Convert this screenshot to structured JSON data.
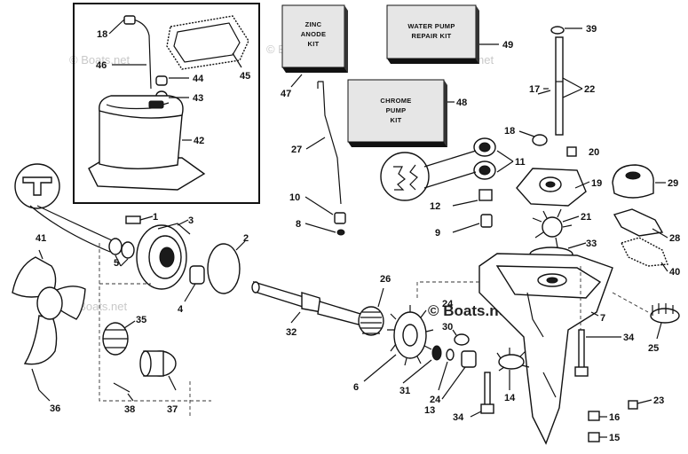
{
  "labels": {
    "n1": "1",
    "n2": "2",
    "n3": "3",
    "n4": "4",
    "n5": "5",
    "n6": "6",
    "n7": "7",
    "n8": "8",
    "n9": "9",
    "n10": "10",
    "n11": "11",
    "n12": "12",
    "n13": "13",
    "n14": "14",
    "n15": "15",
    "n16": "16",
    "n17": "17",
    "n18a": "18",
    "n18b": "18",
    "n19": "19",
    "n20": "20",
    "n21": "21",
    "n22": "22",
    "n23": "23",
    "n24a": "24",
    "n24b": "24",
    "n25": "25",
    "n26": "26",
    "n27": "27",
    "n28": "28",
    "n29": "29",
    "n30": "30",
    "n31": "31",
    "n32": "32",
    "n33": "33",
    "n34a": "34",
    "n34b": "34",
    "n35": "35",
    "n36": "36",
    "n37": "37",
    "n38": "38",
    "n39": "39",
    "n40": "40",
    "n41": "41",
    "n42": "42",
    "n43": "43",
    "n44": "44",
    "n45": "45",
    "n46": "46",
    "n47": "47",
    "n48": "48",
    "n49": "49"
  },
  "kits": {
    "zinc_line1": "ZINC",
    "zinc_line2": "ANODE",
    "zinc_line3": "KIT",
    "water_line1": "WATER PUMP",
    "water_line2": "REPAIR KIT",
    "chrome_line1": "CHROME",
    "chrome_line2": "PUMP",
    "chrome_line3": "KIT"
  },
  "watermarks": {
    "w1": "© Boats.net",
    "w2": "© Boats.net",
    "w3": "© Boats.net",
    "w4": "© Boats.net",
    "main": "© Boats.net"
  }
}
